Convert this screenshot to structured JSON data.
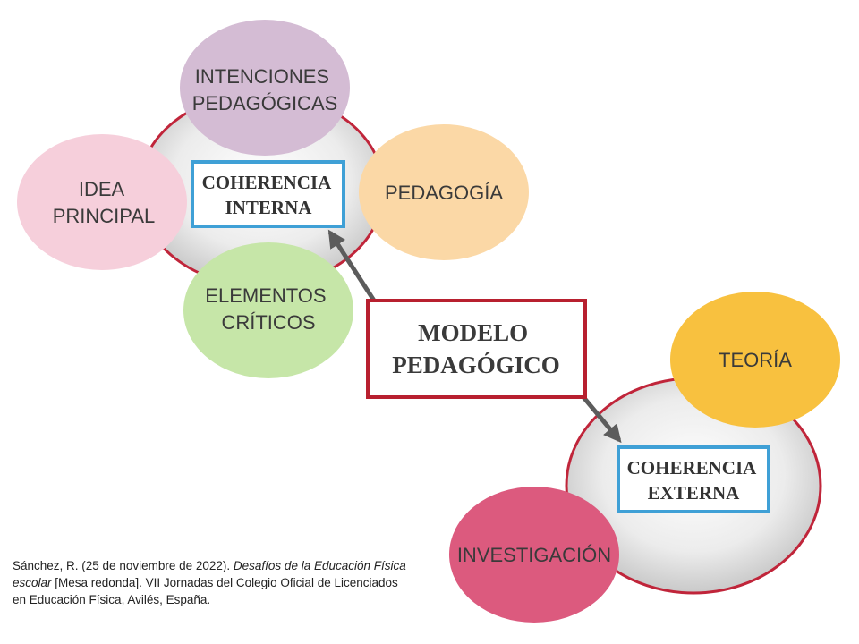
{
  "diagram": {
    "center": {
      "line1": "MODELO",
      "line2": "PEDAGÓGICO"
    },
    "internal": {
      "box": {
        "line1": "COHERENCIA",
        "line2": "INTERNA"
      },
      "nodes": {
        "intenciones": {
          "line1": "INTENCIONES",
          "line2": "PEDAGÓGICAS"
        },
        "idea": {
          "line1": "IDEA",
          "line2": "PRINCIPAL"
        },
        "pedagogia": {
          "line1": "PEDAGOGÍA"
        },
        "elementos": {
          "line1": "ELEMENTOS",
          "line2": "CRÍTICOS"
        }
      }
    },
    "external": {
      "box": {
        "line1": "COHERENCIA",
        "line2": "EXTERNA"
      },
      "nodes": {
        "teoria": {
          "line1": "TEORÍA"
        },
        "investigacion": {
          "line1": "INVESTIGACIÓN"
        }
      }
    }
  },
  "citation": {
    "part1": "Sánchez, R. (25 de noviembre de 2022). ",
    "title": "Desafíos de la Educación Física escolar",
    "part2": " [Mesa redonda].  VII Jornadas del Colegio Oficial de Licenciados en Educación Física, Avilés, España."
  },
  "colors": {
    "ring_border": "#c0253a",
    "box_border": "#3fa0d6",
    "center_border": "#b8202f",
    "intenciones": "#d4bcd4",
    "idea": "#f6cfdb",
    "pedagogia": "#fbd8a6",
    "elementos": "#c6e6a8",
    "teoria": "#f8c13f",
    "investigacion": "#dc5a7e",
    "arrow": "#5c5c5c",
    "text": "#3a3a3a"
  }
}
